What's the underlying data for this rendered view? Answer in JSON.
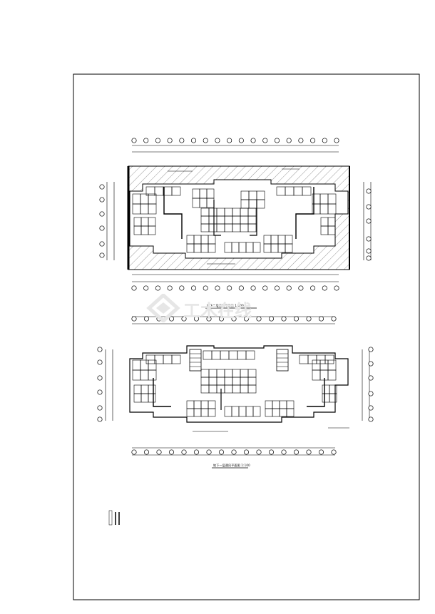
{
  "sheet": {
    "title": "CAD drawing sheet",
    "line_color": "#000000",
    "hatch_color": "#333333",
    "background": "#ffffff"
  },
  "plans": [
    {
      "id": "upper",
      "title": "地下二层通风平面图",
      "scale": "1:100"
    },
    {
      "id": "lower",
      "title": "地下一层通风平面图",
      "scale": "1:100"
    }
  ],
  "watermark": {
    "text": "工木在线",
    "icon": "diamond-logo-icon"
  }
}
